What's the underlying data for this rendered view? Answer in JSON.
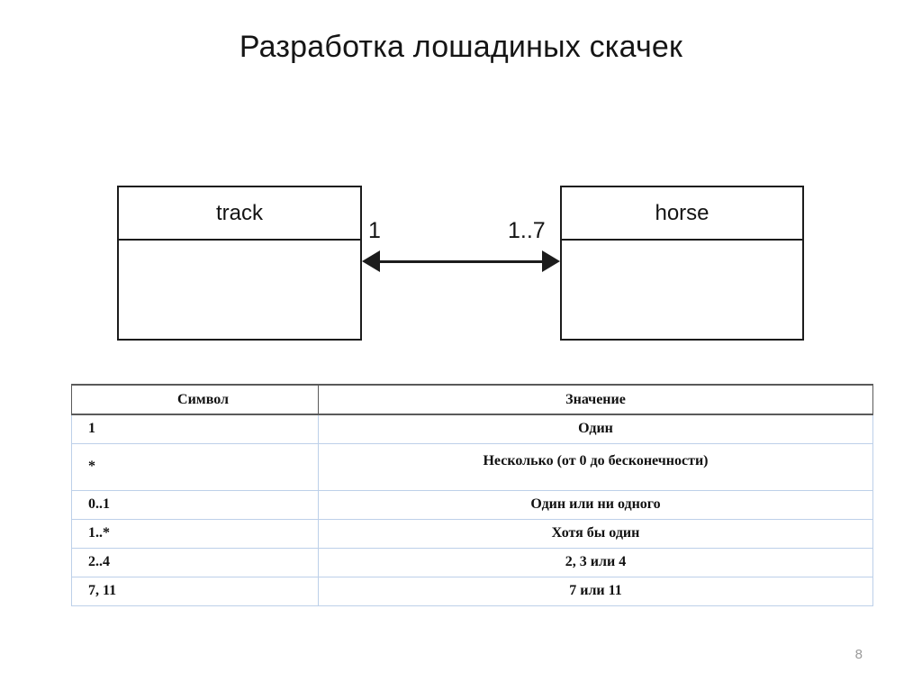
{
  "slide": {
    "title": "Разработка лошадиных скачек",
    "page_number": "8"
  },
  "diagram": {
    "type": "uml-class-diagram",
    "classes": [
      {
        "name": "track",
        "multiplicity": "1"
      },
      {
        "name": "horse",
        "multiplicity": "1..7"
      }
    ],
    "association": {
      "kind": "bidirectional-association",
      "source_multiplicity": "1",
      "target_multiplicity": "1..7"
    }
  },
  "legend": {
    "columns": [
      "Символ",
      "Значение"
    ],
    "rows": [
      {
        "symbol": "1",
        "meaning": "Один",
        "tall": false
      },
      {
        "symbol": "*",
        "meaning": "Несколько (от 0 до бесконечности)",
        "tall": true
      },
      {
        "symbol": "0..1",
        "meaning": "Один или ни одного",
        "tall": false
      },
      {
        "symbol": "1..*",
        "meaning": "Хотя бы один",
        "tall": false
      },
      {
        "symbol": "2..4",
        "meaning": "2, 3 или 4",
        "tall": false
      },
      {
        "symbol": "7, 11",
        "meaning": "7 или 11",
        "tall": false
      }
    ]
  },
  "colors": {
    "background": "#ffffff",
    "diagram_stroke": "#1c1c1c",
    "table_border": "#bdd0e9",
    "table_header_border": "#5a5a5a",
    "text": "#111111",
    "page_number": "#9a9a9a"
  }
}
